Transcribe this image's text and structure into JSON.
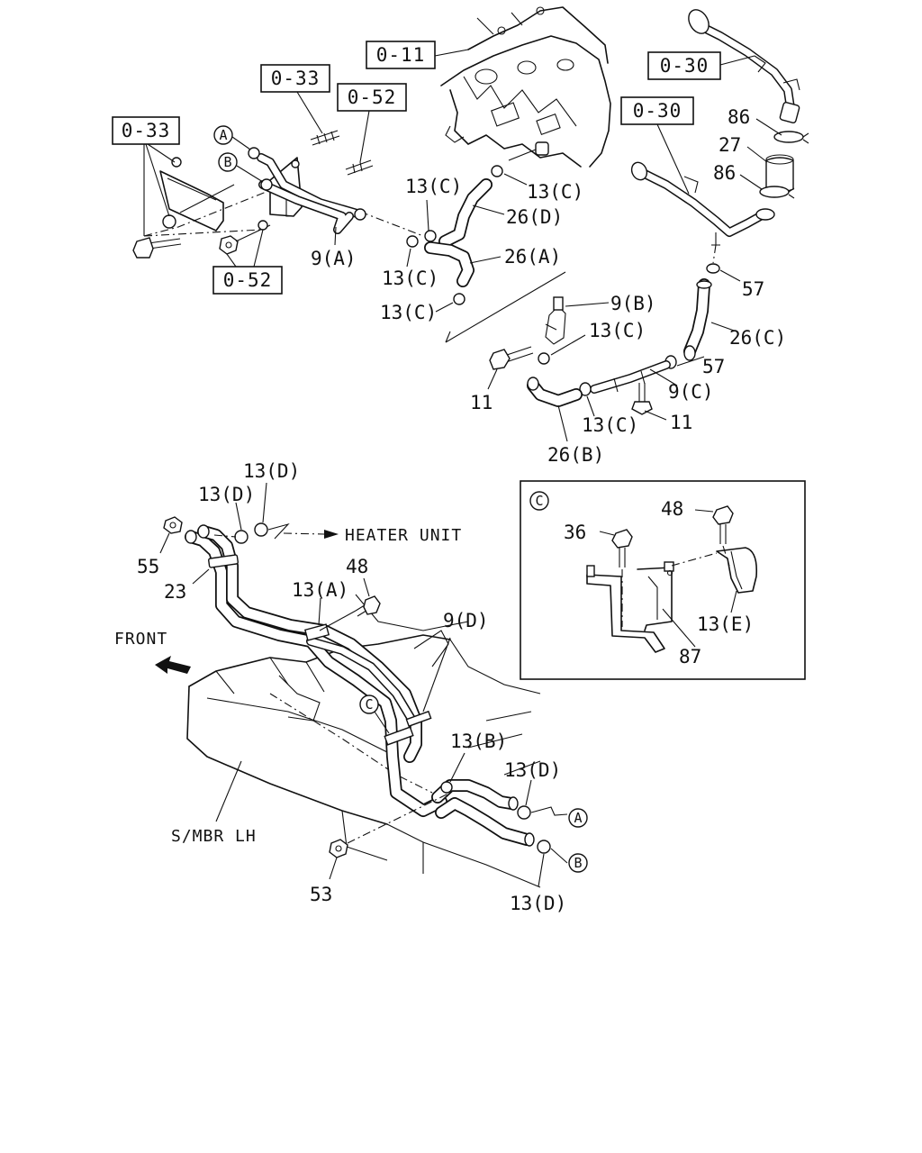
{
  "ref_boxes": {
    "engine": "0-11",
    "inlet_pipe_upper": "0-30",
    "inlet_pipe_lower": "0-30",
    "bracket_left": "0-33",
    "bracket_stud": "0-33",
    "stud_upper": "0-52",
    "nut_lower": "0-52"
  },
  "callouts": {
    "pipe_9a": "9(A)",
    "pipe_9b": "9(B)",
    "pipe_9c": "9(C)",
    "pipe_9d": "9(D)",
    "hose_26a": "26(A)",
    "hose_26b": "26(B)",
    "hose_26c": "26(C)",
    "hose_26d": "26(D)",
    "clip_13c_1": "13(C)",
    "clip_13c_2": "13(C)",
    "clip_13c_3": "13(C)",
    "clip_13c_4": "13(C)",
    "clip_13c_5": "13(C)",
    "clip_13c_6": "13(C)",
    "clip_13d_1": "13(D)",
    "clip_13d_2": "13(D)",
    "clip_13d_3": "13(D)",
    "clip_13d_4": "13(D)",
    "clip_13a": "13(A)",
    "clip_13b": "13(B)",
    "clip_13e": "13(E)",
    "clamp_86_top": "86",
    "clamp_86_bottom": "86",
    "hose_27": "27",
    "clip_57_top": "57",
    "clip_57_bottom": "57",
    "bolt_11_left": "11",
    "bolt_11_right": "11",
    "bolt_48_main": "48",
    "bolt_48_detail": "48",
    "bolt_36": "36",
    "bracket_87": "87",
    "nut_55": "55",
    "hose_23": "23",
    "nut_53": "53"
  },
  "circle_markers": {
    "a_top": "A",
    "b_top": "B",
    "a_bottom": "A",
    "b_bottom": "B",
    "c_main": "C",
    "c_detail": "C"
  },
  "text_labels": {
    "heater_unit": "HEATER UNIT",
    "front": "FRONT",
    "side_member": "S/MBR LH"
  }
}
